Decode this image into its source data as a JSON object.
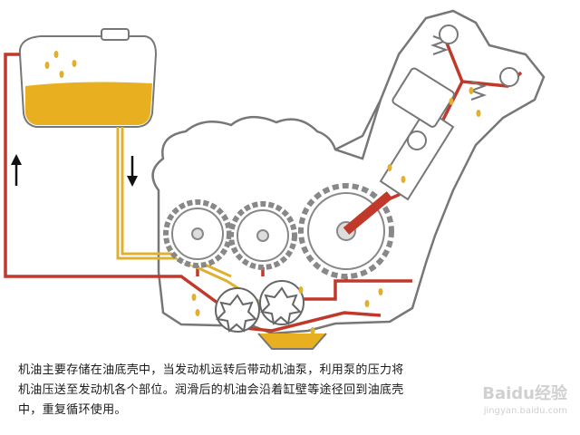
{
  "caption": {
    "line1": "机油主要存储在油底壳中，当发动机运转后带动机油泵，利用泵的压力将",
    "line2": "机油压送至发动机各个部位。润滑后的机油会沿着缸壁等途径回到油底壳",
    "line3": "中，重复循环使用。"
  },
  "watermark": {
    "brand": "Baidu经验",
    "url": "jingyan.baidu.com"
  },
  "colors": {
    "oil_pressure_line": "#c0392b",
    "oil_return_line": "#e0b030",
    "oil_fill": "#e8b020",
    "engine_outline": "#777777"
  },
  "icons": [
    "arrow-up-icon",
    "arrow-down-icon",
    "gear-icon",
    "oil-pump-icon",
    "piston-icon",
    "valve-spring-icon",
    "oil-droplet-icon"
  ]
}
